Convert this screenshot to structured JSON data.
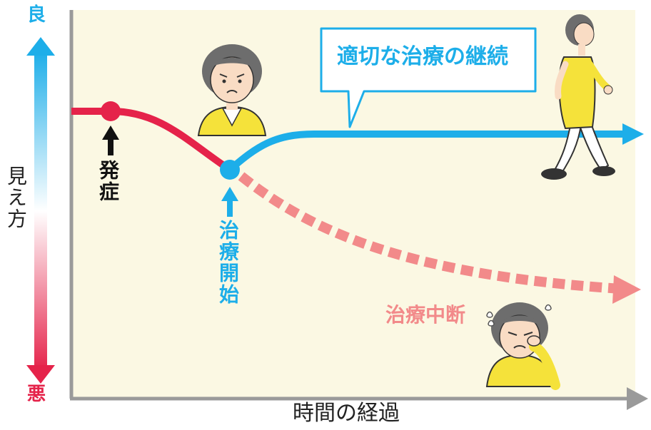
{
  "axis_top_label": "良",
  "axis_bottom_label": "悪",
  "y_axis_label": "見え方",
  "x_axis_label": "時間の経過",
  "events": {
    "onset": "発症",
    "treatment_start": "治療開始",
    "treatment_stop": "治療中断"
  },
  "callout": "適切な治療の継続",
  "colors": {
    "good": "#1daee9",
    "bad": "#e5234a",
    "interrupted": "#f28a8a",
    "background": "#fbf8e3",
    "axis": "#9a9a9a",
    "clothing": "#f5e23a"
  },
  "icons": [
    "worried-woman-icon",
    "walking-woman-icon",
    "crying-woman-icon",
    "tear-drops-icon"
  ]
}
